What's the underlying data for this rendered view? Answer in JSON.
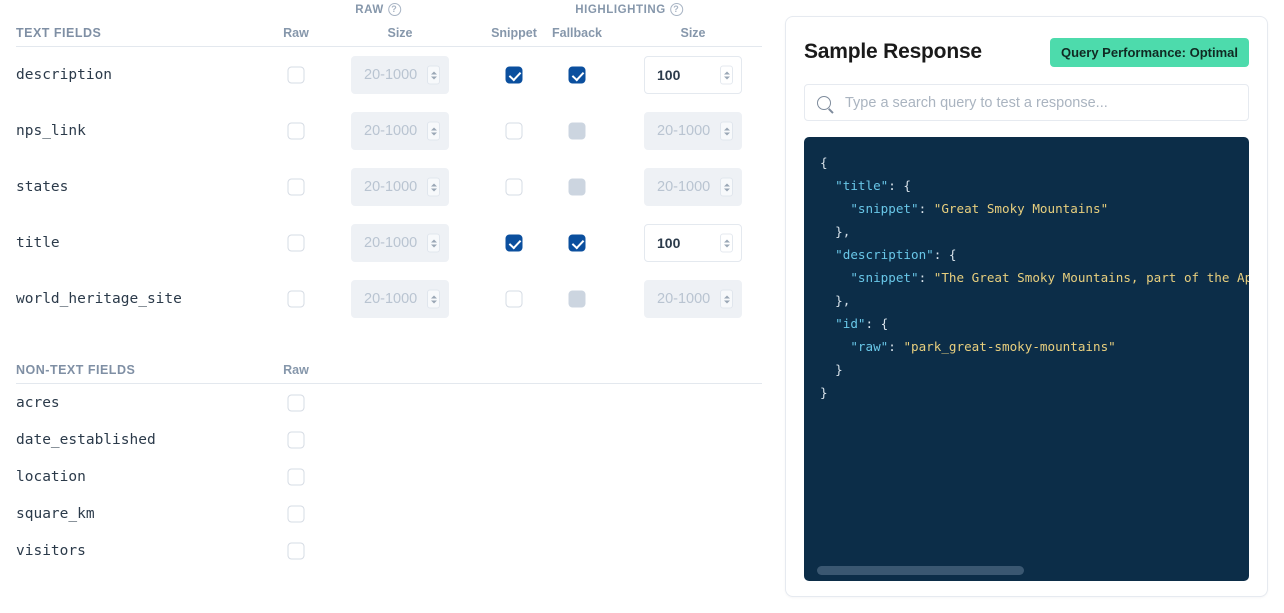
{
  "left_panel": {
    "super_headers": [
      {
        "label": "RAW",
        "help_icon": "help-circle-icon"
      },
      {
        "label": "HIGHLIGHTING",
        "help_icon": "help-circle-icon"
      }
    ],
    "text_section": {
      "title": "TEXT FIELDS",
      "columns": [
        "Raw",
        "Size",
        "Snippet",
        "Fallback",
        "Size"
      ],
      "size_placeholder": "20-1000",
      "rows": [
        {
          "field": "description",
          "raw": false,
          "raw_size": "",
          "raw_size_enabled": false,
          "snippet": true,
          "fallback": true,
          "fallback_disabled": false,
          "hl_size": "100",
          "hl_size_enabled": true
        },
        {
          "field": "nps_link",
          "raw": false,
          "raw_size": "",
          "raw_size_enabled": false,
          "snippet": false,
          "fallback": false,
          "fallback_disabled": true,
          "hl_size": "",
          "hl_size_enabled": false
        },
        {
          "field": "states",
          "raw": false,
          "raw_size": "",
          "raw_size_enabled": false,
          "snippet": false,
          "fallback": false,
          "fallback_disabled": true,
          "hl_size": "",
          "hl_size_enabled": false
        },
        {
          "field": "title",
          "raw": false,
          "raw_size": "",
          "raw_size_enabled": false,
          "snippet": true,
          "fallback": true,
          "fallback_disabled": false,
          "hl_size": "100",
          "hl_size_enabled": true
        },
        {
          "field": "world_heritage_site",
          "raw": false,
          "raw_size": "",
          "raw_size_enabled": false,
          "snippet": false,
          "fallback": false,
          "fallback_disabled": true,
          "hl_size": "",
          "hl_size_enabled": false
        }
      ]
    },
    "nontext_section": {
      "title": "NON-TEXT FIELDS",
      "columns": [
        "Raw"
      ],
      "rows": [
        {
          "field": "acres",
          "raw": false
        },
        {
          "field": "date_established",
          "raw": false
        },
        {
          "field": "location",
          "raw": false
        },
        {
          "field": "square_km",
          "raw": false
        },
        {
          "field": "visitors",
          "raw": false
        }
      ]
    }
  },
  "right_panel": {
    "title": "Sample Response",
    "performance_badge": "Query Performance: Optimal",
    "badge_color": "#4ddbac",
    "search": {
      "placeholder": "Type a search query to test a response...",
      "value": "",
      "icon": "search-icon"
    },
    "code": {
      "background": "#0c2d48",
      "key_color": "#69c7e8",
      "string_color": "#e8cf7e",
      "punct_color": "#d8e2ea",
      "lines": [
        {
          "indent": 0,
          "parts": [
            {
              "t": "punct",
              "v": "{"
            }
          ]
        },
        {
          "indent": 1,
          "parts": [
            {
              "t": "key",
              "v": "\"title\""
            },
            {
              "t": "punct",
              "v": ": {"
            }
          ]
        },
        {
          "indent": 2,
          "parts": [
            {
              "t": "key",
              "v": "\"snippet\""
            },
            {
              "t": "punct",
              "v": ": "
            },
            {
              "t": "str",
              "v": "\"Great Smoky Mountains\""
            }
          ]
        },
        {
          "indent": 1,
          "parts": [
            {
              "t": "punct",
              "v": "},"
            }
          ]
        },
        {
          "indent": 1,
          "parts": [
            {
              "t": "key",
              "v": "\"description\""
            },
            {
              "t": "punct",
              "v": ": {"
            }
          ]
        },
        {
          "indent": 2,
          "parts": [
            {
              "t": "key",
              "v": "\"snippet\""
            },
            {
              "t": "punct",
              "v": ": "
            },
            {
              "t": "str",
              "v": "\"The Great Smoky Mountains, part of the Appalachian range\""
            }
          ]
        },
        {
          "indent": 1,
          "parts": [
            {
              "t": "punct",
              "v": "},"
            }
          ]
        },
        {
          "indent": 1,
          "parts": [
            {
              "t": "key",
              "v": "\"id\""
            },
            {
              "t": "punct",
              "v": ": {"
            }
          ]
        },
        {
          "indent": 2,
          "parts": [
            {
              "t": "key",
              "v": "\"raw\""
            },
            {
              "t": "punct",
              "v": ": "
            },
            {
              "t": "str",
              "v": "\"park_great-smoky-mountains\""
            }
          ]
        },
        {
          "indent": 1,
          "parts": [
            {
              "t": "punct",
              "v": "}"
            }
          ]
        },
        {
          "indent": 0,
          "parts": [
            {
              "t": "punct",
              "v": "}"
            }
          ]
        }
      ],
      "scroll_thumb_fraction": 0.45
    }
  }
}
